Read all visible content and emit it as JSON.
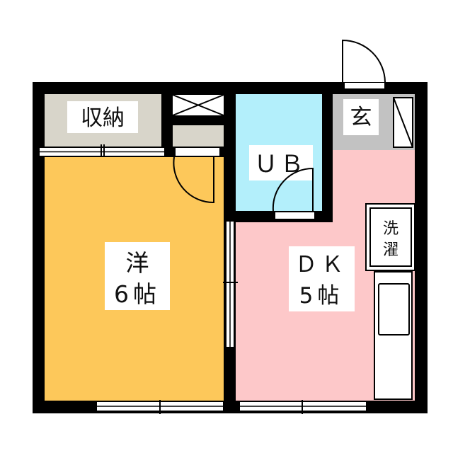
{
  "rooms": {
    "storage": {
      "label": "収納",
      "color": "#d8d5ca"
    },
    "western_room": {
      "name": "洋",
      "size": "6帖",
      "color": "#fdc85a"
    },
    "unit_bath": {
      "label": "ＵＢ",
      "color": "#b3effb"
    },
    "entrance": {
      "label": "玄",
      "color": "#c2c2c2"
    },
    "dining_kitchen": {
      "name": "ＤＫ",
      "size": "5帖",
      "color": "#fdc8c9"
    },
    "laundry": {
      "line1": "洗",
      "line2": "濯"
    }
  },
  "colors": {
    "wall": "#000000",
    "background": "#ffffff"
  }
}
